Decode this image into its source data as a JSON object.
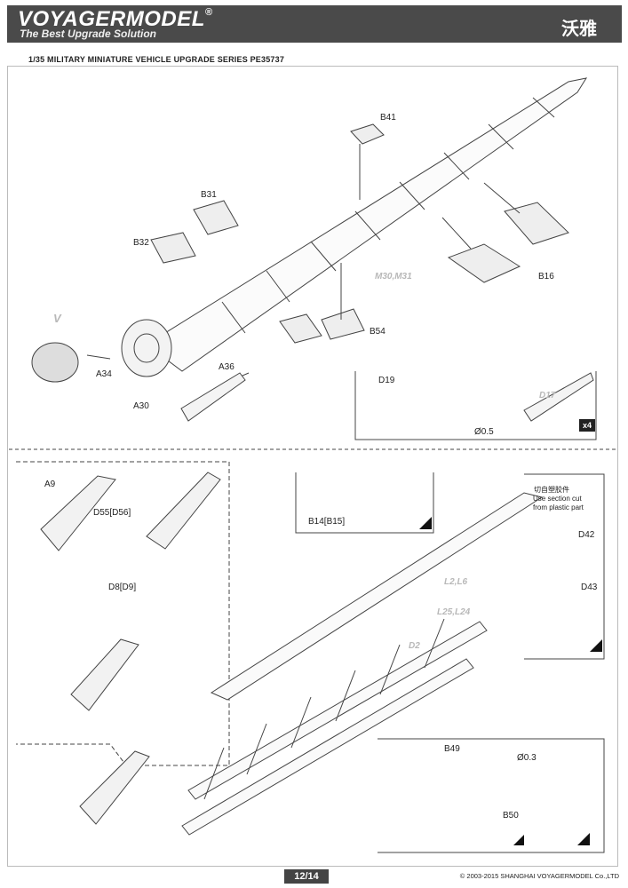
{
  "header": {
    "brand": "VOYAGERMODEL",
    "registered": "®",
    "tagline": "The Best Upgrade Solution",
    "chinese_brand": "沃雅"
  },
  "series_title": "1/35 MILITARY MINIATURE VEHICLE UPGRADE SERIES PE35737",
  "labels": {
    "b41": "B41",
    "b31": "B31",
    "b32": "B32",
    "b16": "B16",
    "b54": "B54",
    "v": "V",
    "a34": "A34",
    "a36": "A36",
    "a30": "A30",
    "m30m31": "M30,M31",
    "d19": "D19",
    "phi05": "Ø0.5",
    "d17": "D17",
    "x4": "x4",
    "a9": "A9",
    "d55d56": "D55[D56]",
    "d8d9": "D8[D9]",
    "b14b15": "B14[B15]",
    "cut_cn": "切自塑胶件",
    "cut_en": "Use section cut from plastic part",
    "d42": "D42",
    "d43": "D43",
    "l2l6": "L2,L6",
    "l25l24": "L25,L24",
    "d2": "D2",
    "b49": "B49",
    "phi03": "Ø0.3",
    "b50": "B50"
  },
  "footer": {
    "page": "12/14",
    "copyright": "© 2003-2015 SHANGHAI VOYAGERMODEL Co.,LTD"
  }
}
